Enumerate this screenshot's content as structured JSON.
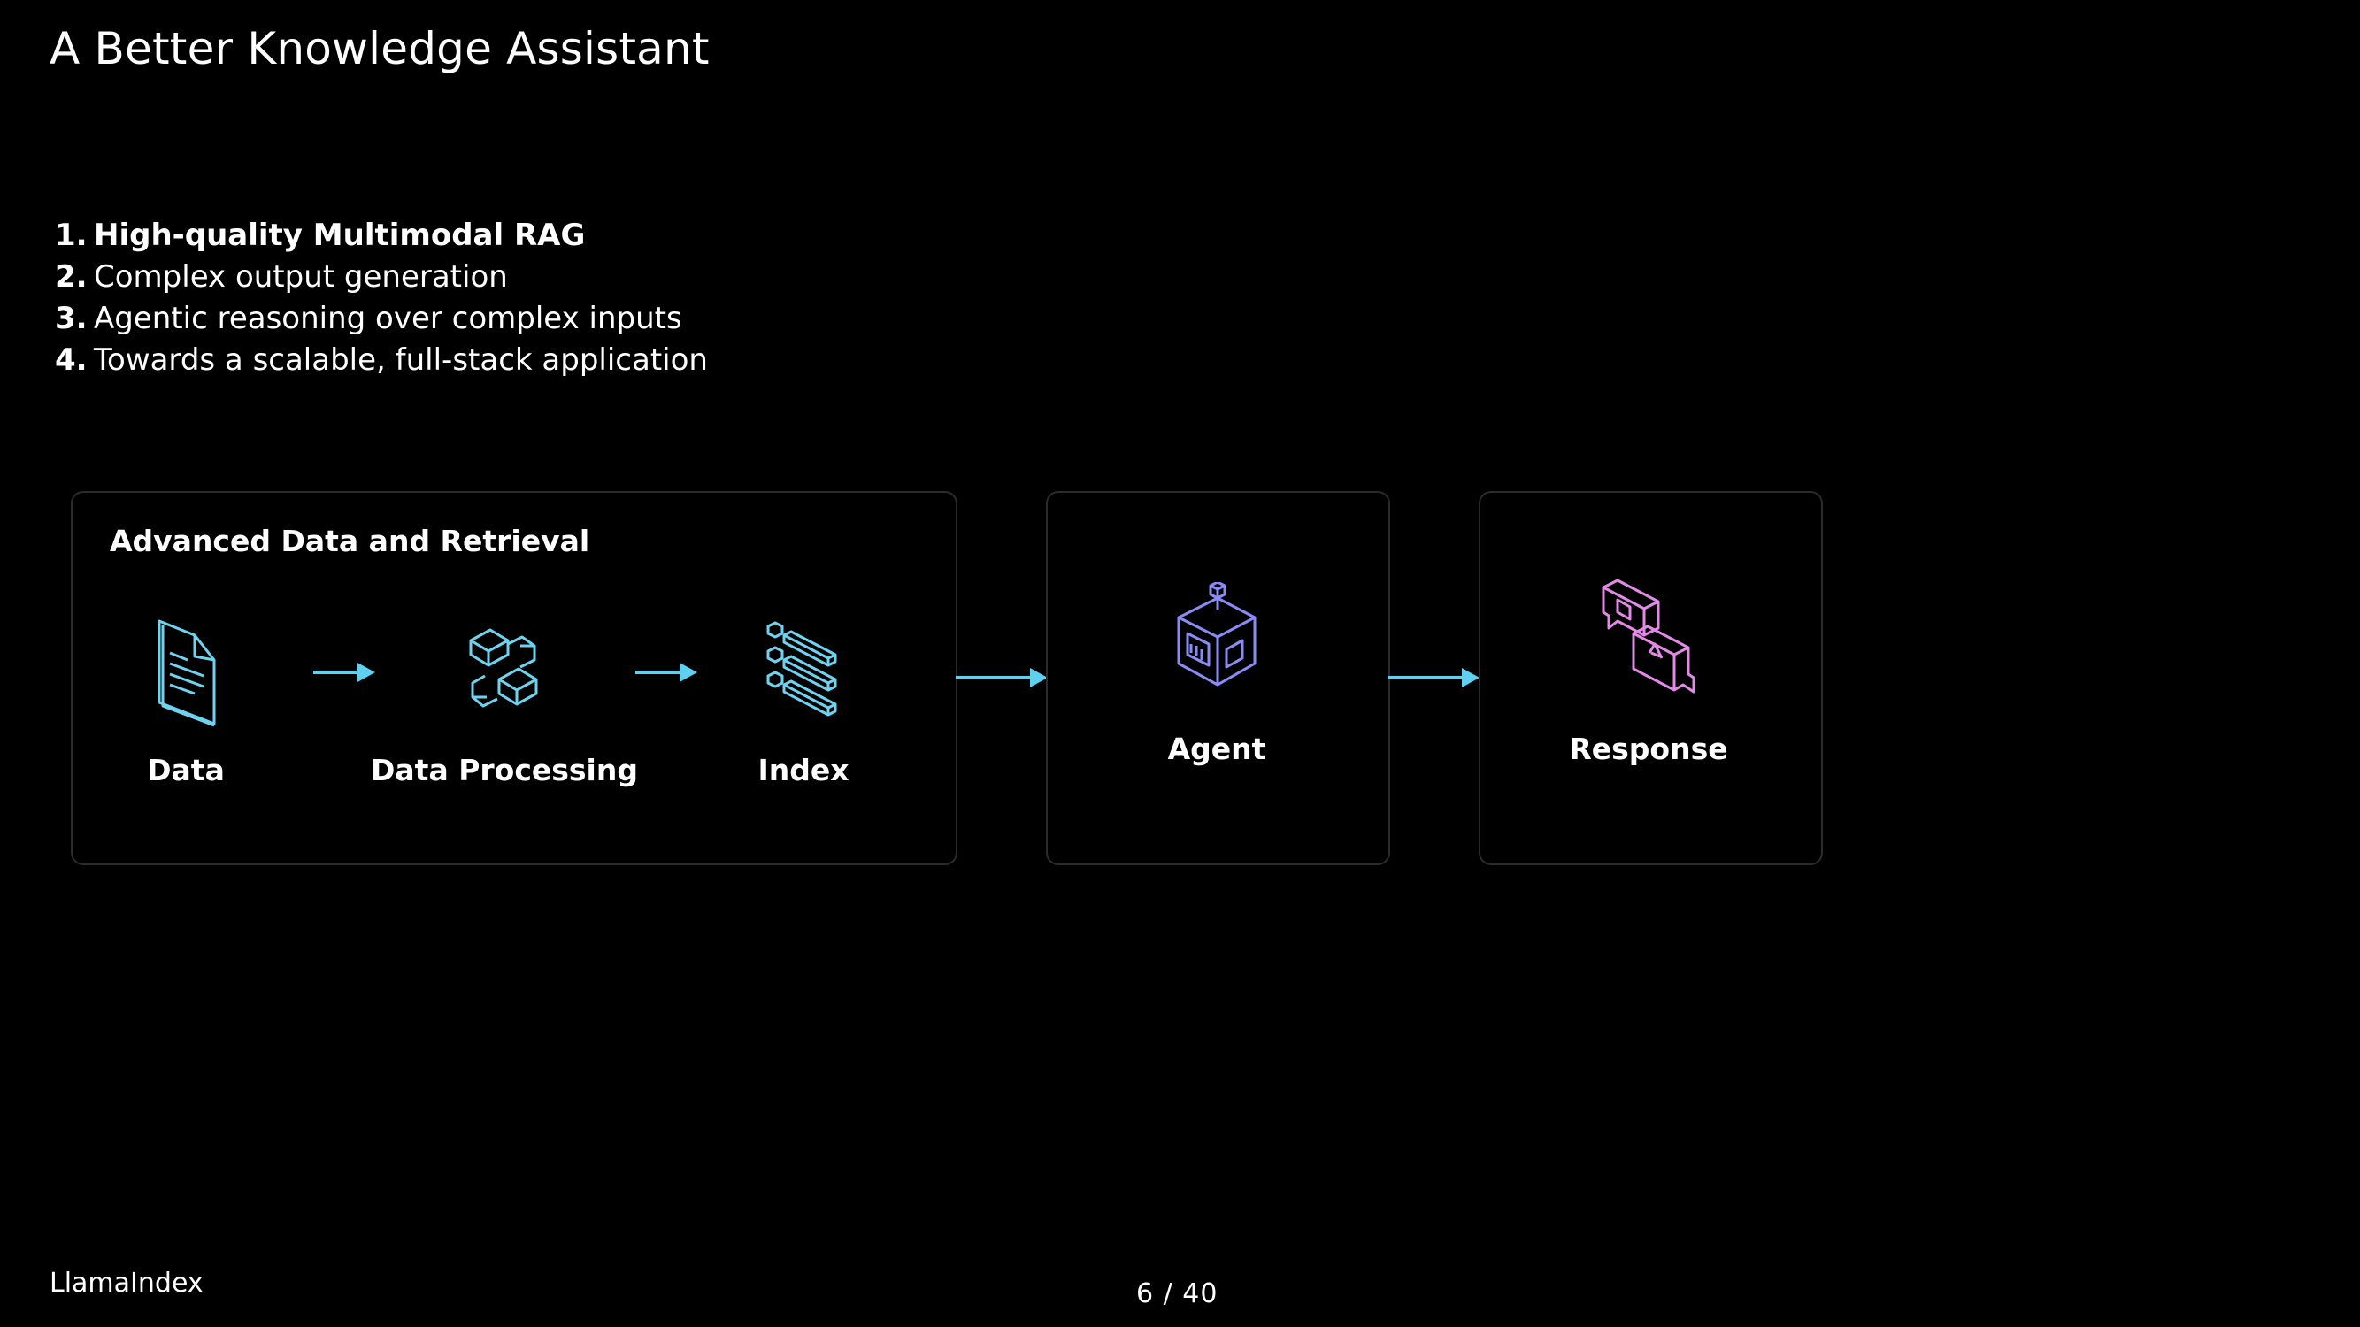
{
  "slide": {
    "title": "A Better Knowledge Assistant",
    "page_indicator": "6 / 40",
    "footer_brand": "LlamaIndex"
  },
  "list": [
    {
      "num": "1.",
      "text": "High-quality Multimodal RAG",
      "emphasis": true
    },
    {
      "num": "2.",
      "text": "Complex output generation",
      "emphasis": false
    },
    {
      "num": "3.",
      "text": "Agentic reasoning over complex inputs",
      "emphasis": false
    },
    {
      "num": "4.",
      "text": "Towards a scalable, full-stack application",
      "emphasis": false
    }
  ],
  "diagram": {
    "group_label": "Advanced Data and Retrieval",
    "nodes": {
      "data": {
        "label": "Data",
        "icon": "document-icon"
      },
      "processing": {
        "label": "Data Processing",
        "icon": "process-blocks-icon"
      },
      "index": {
        "label": "Index",
        "icon": "index-bars-icon"
      },
      "agent": {
        "label": "Agent",
        "icon": "agent-cube-icon"
      },
      "response": {
        "label": "Response",
        "icon": "chat-bubbles-icon"
      }
    },
    "colors": {
      "arrow": "#5fd0f0",
      "cyan_icon": "#6fd3ef",
      "agent_icon": "#8a8cf5",
      "response_icon": "#e28ae6",
      "box_border": "#2b2b2b"
    }
  }
}
